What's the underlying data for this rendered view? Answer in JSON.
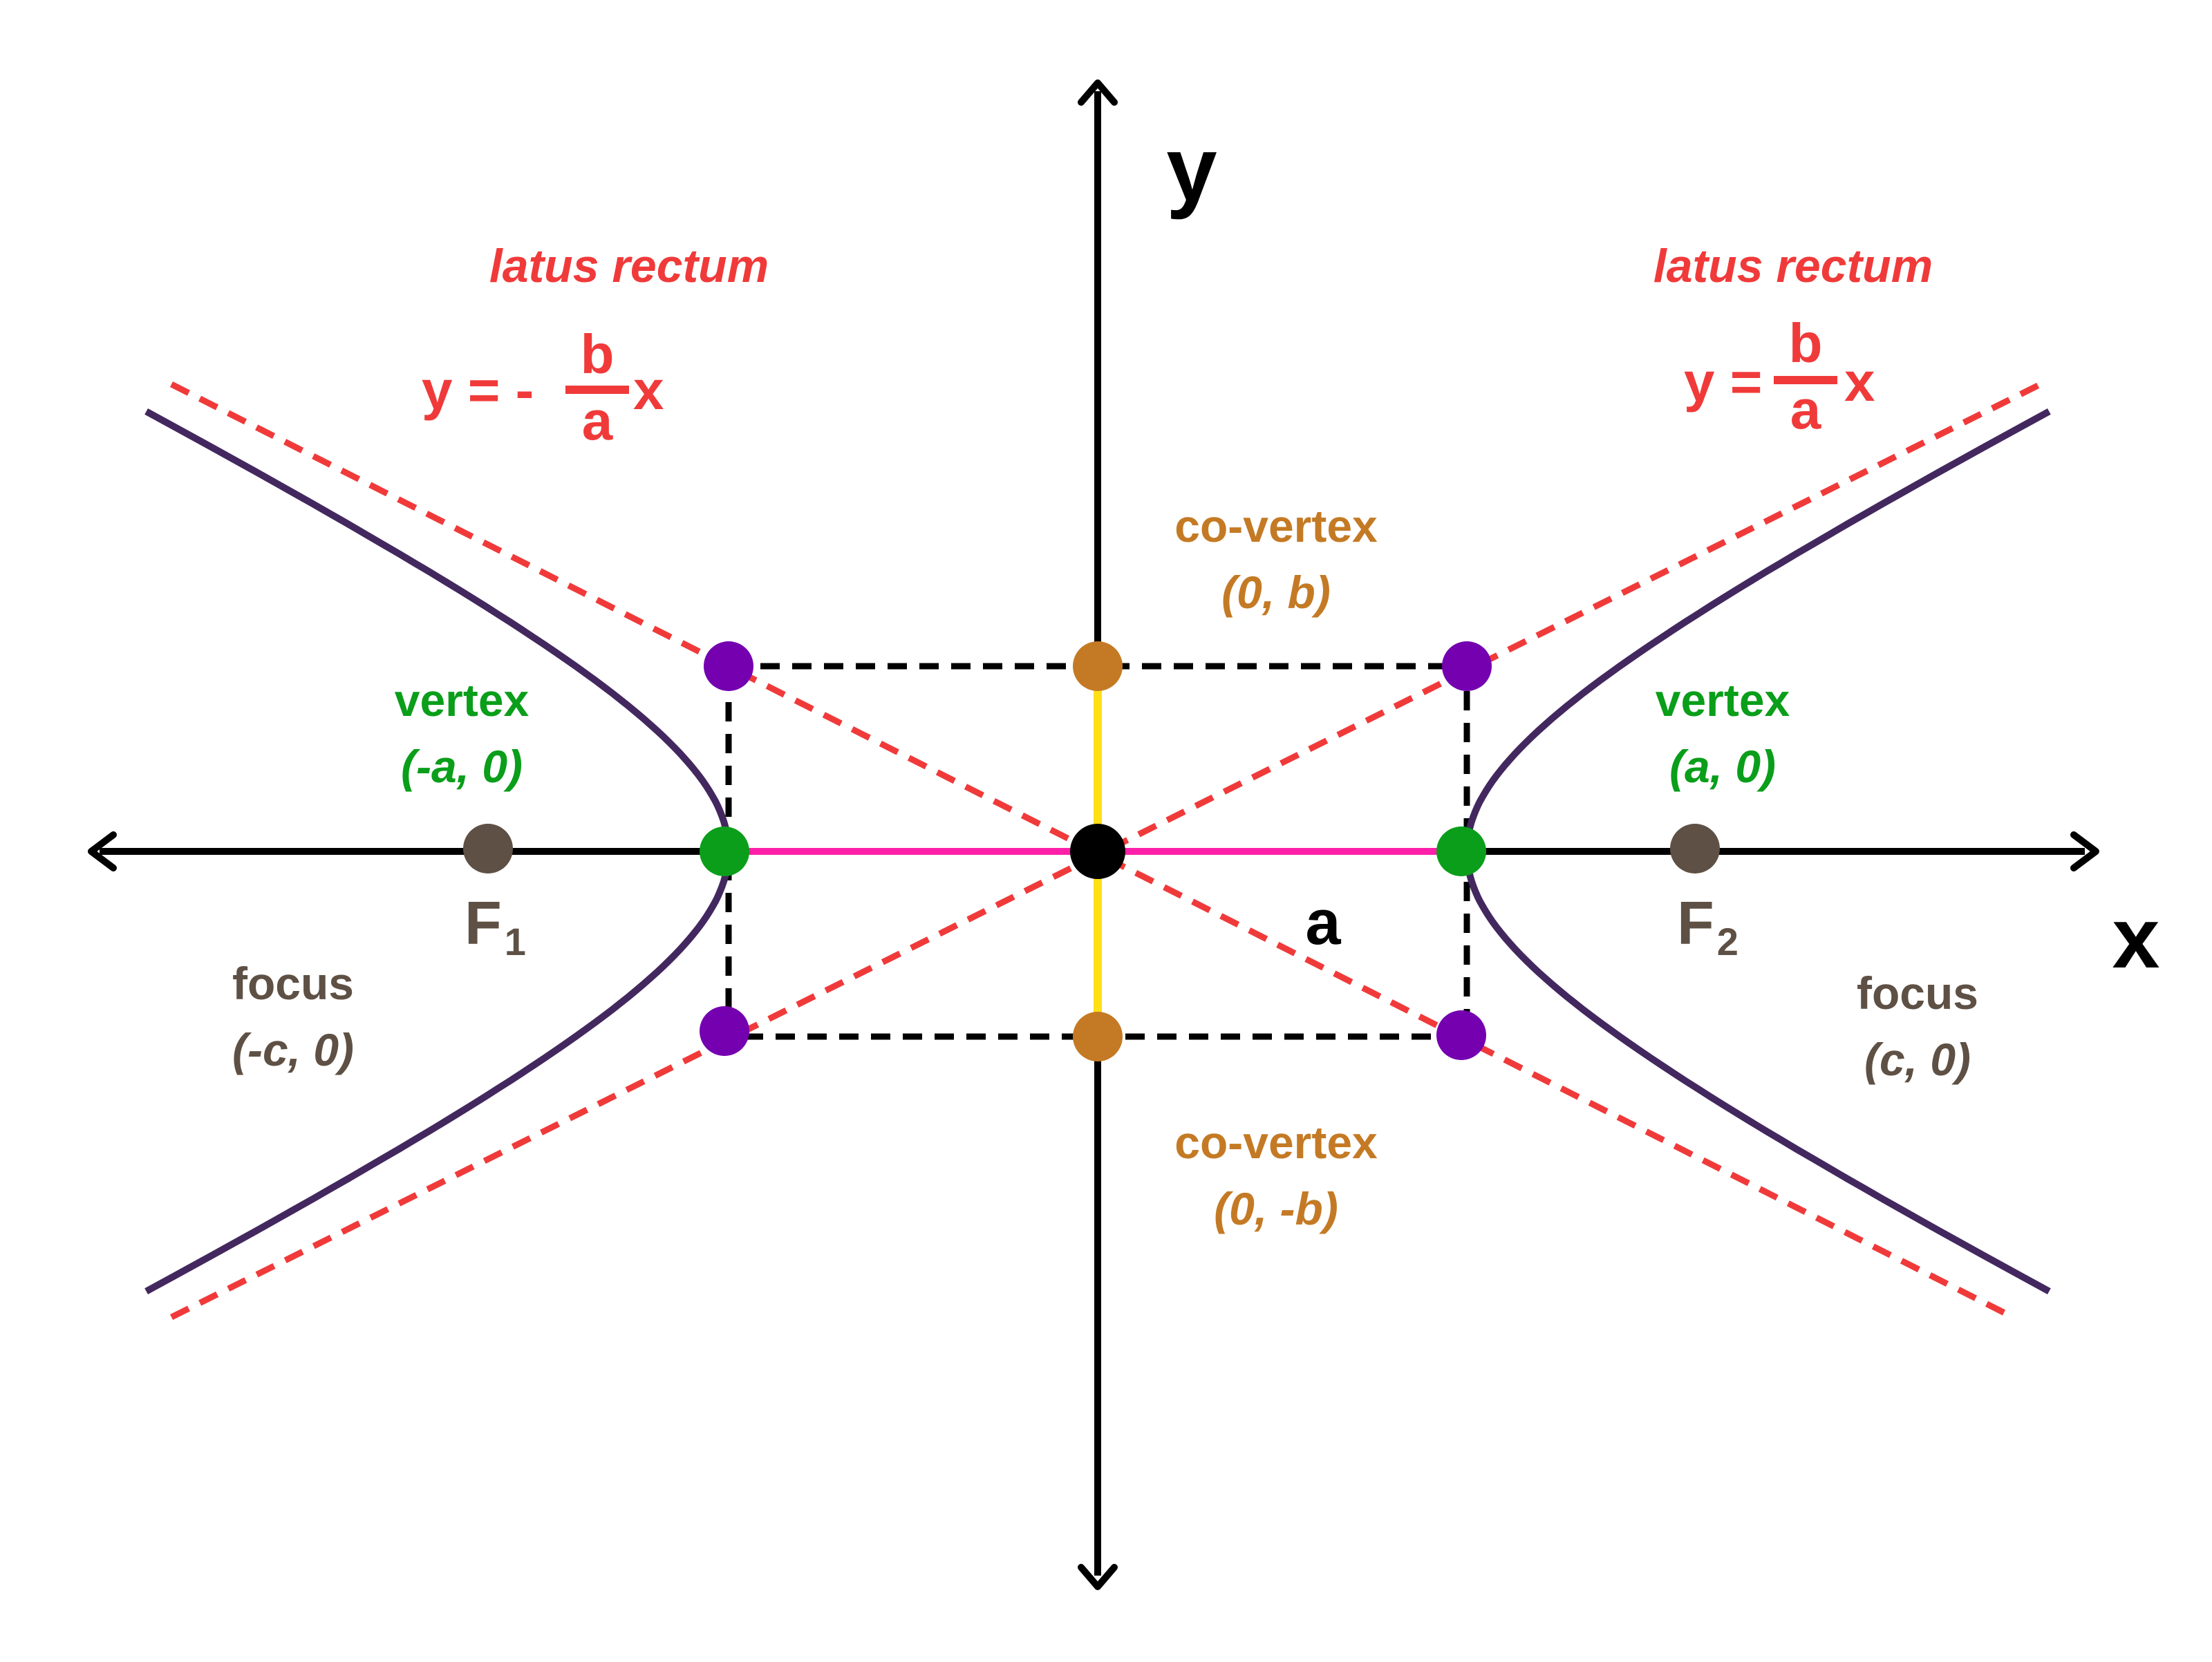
{
  "axes": {
    "x_label": "x",
    "y_label": "y",
    "a_label": "a"
  },
  "asymptote_left": {
    "caption": "latus rectum",
    "eq_prefix": "y = -",
    "numerator": "b",
    "denominator": "a",
    "eq_suffix": "x"
  },
  "asymptote_right": {
    "caption": "latus rectum",
    "eq_prefix": "y =",
    "numerator": "b",
    "denominator": "a",
    "eq_suffix": "x"
  },
  "co_vertex_top": {
    "label": "co-vertex",
    "coords": "(0, b)"
  },
  "co_vertex_bottom": {
    "label": "co-vertex",
    "coords": "(0, -b)"
  },
  "vertex_left": {
    "label": "vertex",
    "coords": "(-a, 0)"
  },
  "vertex_right": {
    "label": "vertex",
    "coords": "(a, 0)"
  },
  "focus_left": {
    "name": "F",
    "subscript": "1",
    "label": "focus",
    "coords": "(-c, 0)"
  },
  "focus_right": {
    "name": "F",
    "subscript": "2",
    "label": "focus",
    "coords": "(c, 0)"
  },
  "colors": {
    "axis": "#000000",
    "hyperbola": "#43285f",
    "asymptote": "#f03a3a",
    "box": "#000000",
    "transverse_axis": "#ff1fa8",
    "conjugate_axis": "#ffe014",
    "vertex": "#0a9e1a",
    "co_vertex": "#c47a24",
    "box_corner": "#7400b0",
    "focus": "#5e5044",
    "center": "#000000",
    "focus_text": "#5e5044"
  }
}
